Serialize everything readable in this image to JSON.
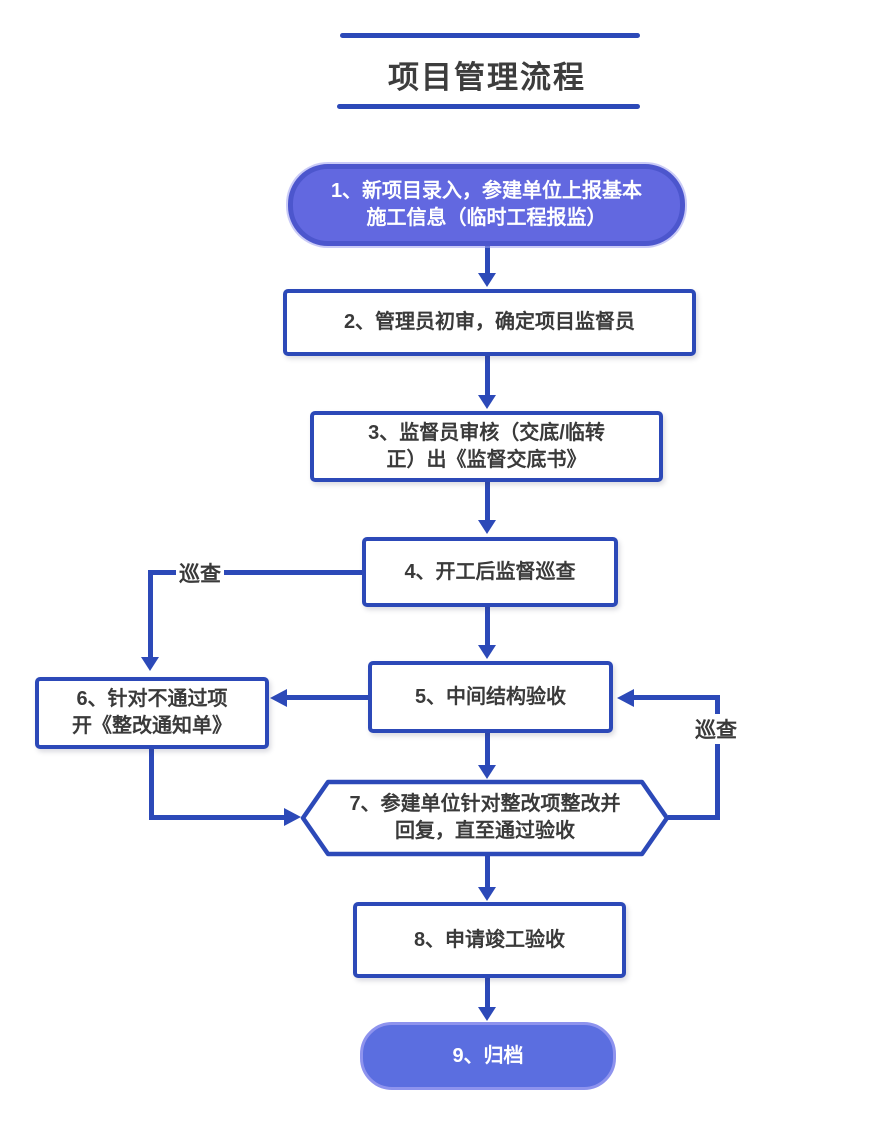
{
  "title": "项目管理流程",
  "colors": {
    "line_blue": "#2C49B8",
    "node1_fill": "#6268E0",
    "node1_border": "#4C56CD",
    "node9_fill": "#5B6EE0",
    "node9_border": "#8E93EE",
    "text_dark": "#3A3A3A",
    "text_light": "#FFFFFF"
  },
  "nodes": [
    {
      "id": "1",
      "shape": "pill-dark",
      "lines": [
        "1、新项目录入，参建单位上报基本",
        "施工信息（临时工程报监）"
      ]
    },
    {
      "id": "2",
      "shape": "rect",
      "lines": [
        "2、管理员初审，确定项目监督员"
      ]
    },
    {
      "id": "3",
      "shape": "rect",
      "lines": [
        "3、监督员审核（交底/临转",
        "正）出《监督交底书》"
      ]
    },
    {
      "id": "4",
      "shape": "rect",
      "lines": [
        "4、开工后监督巡查"
      ]
    },
    {
      "id": "5",
      "shape": "rect",
      "lines": [
        "5、中间结构验收"
      ]
    },
    {
      "id": "6",
      "shape": "rect",
      "lines": [
        "6、针对不通过项",
        "开《整改通知单》"
      ]
    },
    {
      "id": "7",
      "shape": "hexagon",
      "lines": [
        "7、参建单位针对整改项整改并",
        "回复，直至通过验收"
      ]
    },
    {
      "id": "8",
      "shape": "rect",
      "lines": [
        "8、申请竣工验收"
      ]
    },
    {
      "id": "9",
      "shape": "pill-light",
      "lines": [
        "9、归档"
      ]
    }
  ],
  "labels": {
    "loop_left": "巡查",
    "loop_right": "巡查"
  }
}
